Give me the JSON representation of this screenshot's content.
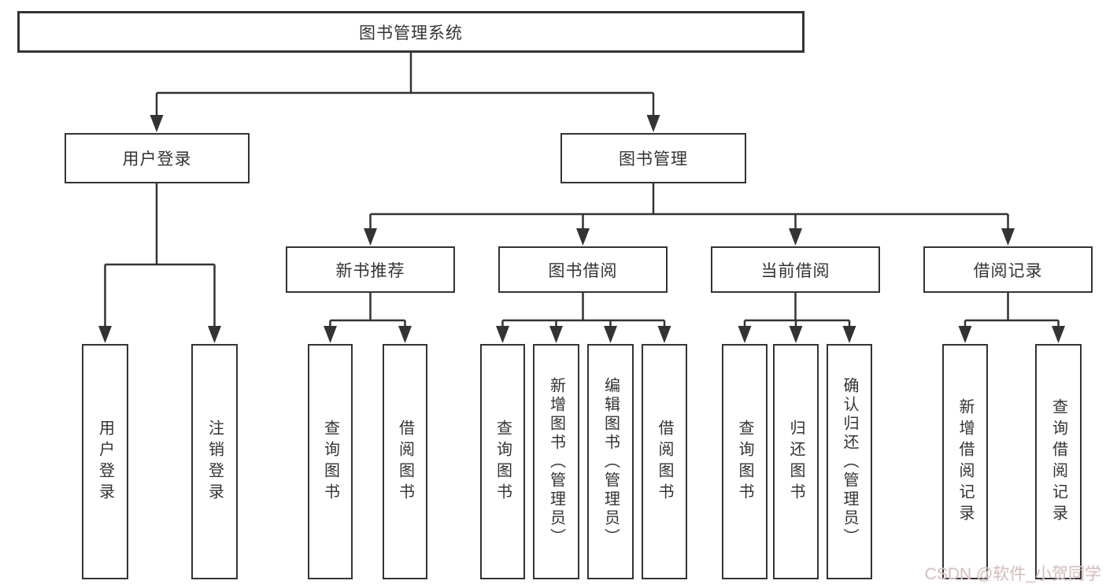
{
  "tree": {
    "root": "图书管理系统",
    "branches": [
      {
        "label": "用户登录",
        "leaves": [
          "用户登录",
          "注销登录"
        ]
      },
      {
        "label": "图书管理",
        "groups": [
          {
            "label": "新书推荐",
            "leaves": [
              "查询图书",
              "借阅图书"
            ]
          },
          {
            "label": "图书借阅",
            "leaves": [
              "查询图书",
              "新增图书（管理员）",
              "编辑图书（管理员）",
              "借阅图书"
            ]
          },
          {
            "label": "当前借阅",
            "leaves": [
              "查询图书",
              "归还图书",
              "确认归还（管理员）"
            ]
          },
          {
            "label": "借阅记录",
            "leaves": [
              "新增借阅记录",
              "查询借阅记录"
            ]
          }
        ]
      }
    ]
  },
  "watermark": {
    "text": "CSDN @软件_小贺同学"
  },
  "colors": {
    "line": "#333333",
    "box_border": "#333333",
    "text": "#333333",
    "background": "#ffffff",
    "watermark": "#d5c2c2"
  }
}
